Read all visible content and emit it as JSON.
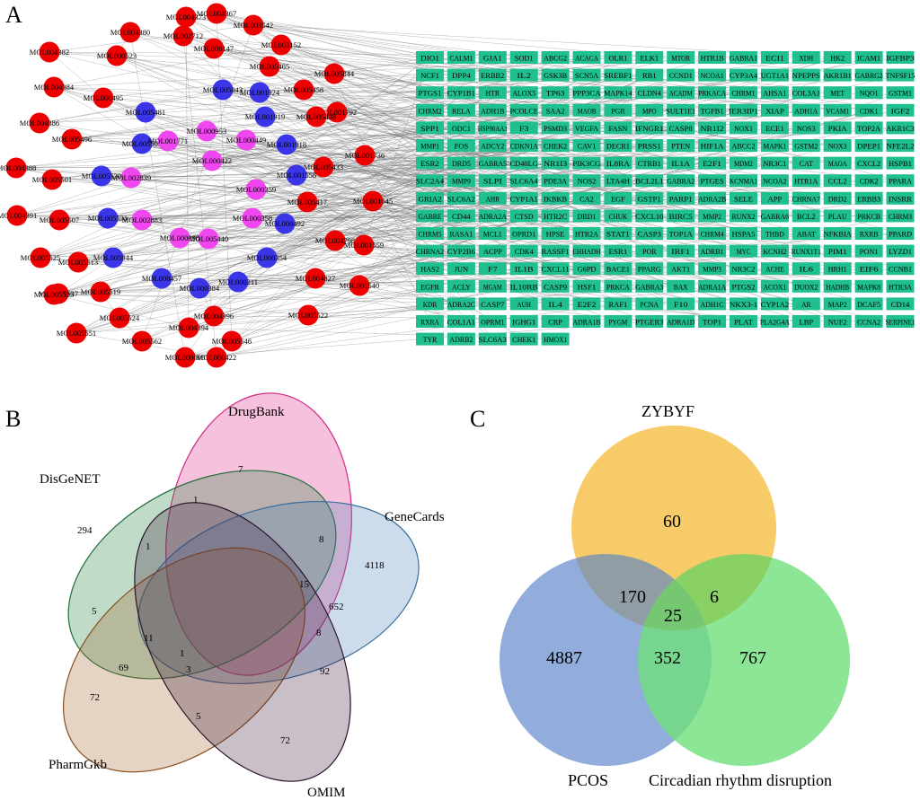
{
  "panels": {
    "a": "A",
    "b": "B",
    "c": "C"
  },
  "network": {
    "colors": {
      "red": "#ee0000",
      "blue": "#3b35e8",
      "magenta": "#f046f0",
      "target": "#1fbf90",
      "edge": "#6f6f6f"
    },
    "compounds": [
      {
        "label": "MOL004373",
        "color": "red"
      },
      {
        "label": "MOL004367",
        "color": "red"
      },
      {
        "label": "MOL003542",
        "color": "red"
      },
      {
        "label": "MOL004380",
        "color": "red"
      },
      {
        "label": "MOL002712",
        "color": "red"
      },
      {
        "label": "MOL006147",
        "color": "red"
      },
      {
        "label": "MOL003152",
        "color": "red"
      },
      {
        "label": "MOL004382",
        "color": "red"
      },
      {
        "label": "MOL000523",
        "color": "red"
      },
      {
        "label": "MOL005465",
        "color": "red"
      },
      {
        "label": "MOL005844",
        "color": "red"
      },
      {
        "label": "MOL004384",
        "color": "red"
      },
      {
        "label": "MOL000495",
        "color": "red"
      },
      {
        "label": "MOL005458",
        "color": "red"
      },
      {
        "label": "MOL005043",
        "color": "blue"
      },
      {
        "label": "MOL001924",
        "color": "blue"
      },
      {
        "label": "MOL005481",
        "color": "blue"
      },
      {
        "label": "MOL001919",
        "color": "blue"
      },
      {
        "label": "MOL001792",
        "color": "red"
      },
      {
        "label": "MOL004386",
        "color": "red"
      },
      {
        "label": "MOL005438",
        "color": "red"
      },
      {
        "label": "MOL000953",
        "color": "magenta"
      },
      {
        "label": "MOL005496",
        "color": "red"
      },
      {
        "label": "MOL005503",
        "color": "blue"
      },
      {
        "label": "MOL001771",
        "color": "magenta"
      },
      {
        "label": "MOL000449",
        "color": "magenta"
      },
      {
        "label": "MOL001918",
        "color": "blue"
      },
      {
        "label": "MOL001736",
        "color": "red"
      },
      {
        "label": "MOL000422",
        "color": "magenta"
      },
      {
        "label": "MOL005433",
        "color": "red"
      },
      {
        "label": "MOL004388",
        "color": "red"
      },
      {
        "label": "MOL005501",
        "color": "red"
      },
      {
        "label": "MOL005530",
        "color": "blue"
      },
      {
        "label": "MOL002839",
        "color": "magenta"
      },
      {
        "label": "MOL001558",
        "color": "blue"
      },
      {
        "label": "MOL000359",
        "color": "magenta"
      },
      {
        "label": "MOL005417",
        "color": "red"
      },
      {
        "label": "MOL001645",
        "color": "red"
      },
      {
        "label": "MOL004391",
        "color": "red"
      },
      {
        "label": "MOL005507",
        "color": "red"
      },
      {
        "label": "MOL005531",
        "color": "blue"
      },
      {
        "label": "MOL002883",
        "color": "magenta"
      },
      {
        "label": "MOL000358",
        "color": "magenta"
      },
      {
        "label": "MOL000492",
        "color": "blue"
      },
      {
        "label": "MOL005440",
        "color": "magenta"
      },
      {
        "label": "MOL000098",
        "color": "magenta"
      },
      {
        "label": "MOL004798",
        "color": "red"
      },
      {
        "label": "MOL001559",
        "color": "red"
      },
      {
        "label": "MOL005525",
        "color": "red"
      },
      {
        "label": "MOL005513",
        "color": "red"
      },
      {
        "label": "MOL005944",
        "color": "blue"
      },
      {
        "label": "MOL000354",
        "color": "blue"
      },
      {
        "label": "MOL008457",
        "color": "blue"
      },
      {
        "label": "MOL004827",
        "color": "red"
      },
      {
        "label": "MOL001540",
        "color": "red"
      },
      {
        "label": "MOL005537",
        "color": "red"
      },
      {
        "label": "MOL005519",
        "color": "red"
      },
      {
        "label": "MOL000384",
        "color": "blue"
      },
      {
        "label": "MOL000211",
        "color": "blue"
      },
      {
        "label": "MOL005525",
        "color": "red"
      },
      {
        "label": "MOL005522",
        "color": "red"
      },
      {
        "label": "MOL005524",
        "color": "red"
      },
      {
        "label": "MOL004396",
        "color": "red"
      },
      {
        "label": "MOL005551",
        "color": "red"
      },
      {
        "label": "MOL004394",
        "color": "red"
      },
      {
        "label": "MOL005546",
        "color": "red"
      },
      {
        "label": "MOL005562",
        "color": "red"
      },
      {
        "label": "MOL000006",
        "color": "red"
      },
      {
        "label": "MOL000422",
        "color": "red"
      }
    ],
    "targets": [
      "DIO1",
      "CALM1",
      "GJA1",
      "SOD1",
      "ABCG2",
      "ACACA",
      "OLR1",
      "ELK1",
      "MTOR",
      "HTR1B",
      "GABRA1",
      "ECI1",
      "XDH",
      "HK2",
      "ICAM1",
      "IGFBP3",
      "NCF1",
      "DPP4",
      "ERBB2",
      "IL2",
      "GSK3B",
      "SCN5A",
      "SREBF1",
      "RB1",
      "CCND1",
      "NCOA1",
      "CYP3A4",
      "UGT1A1",
      "NPEPPS",
      "AKR1B1",
      "GABRG2",
      "TNFSF15",
      "PTGS1",
      "CYP1B1",
      "HTR",
      "ALOX5",
      "TP63",
      "PPP3CA",
      "MAPK14",
      "CLDN4",
      "ACADM",
      "PRKACA",
      "CHRM1",
      "AHSA1",
      "COL3A1",
      "MET",
      "NQO1",
      "GSTM1",
      "CHRM2",
      "RELA",
      "ADH1B",
      "PCOLCE",
      "SAA2",
      "MAOB",
      "PGR",
      "MPO",
      "SULT1E1",
      "TGFB1",
      "IER3IP1",
      "XIAP",
      "ADH1A",
      "VCAM1",
      "CDK1",
      "IGF2",
      "SPP1",
      "ODC1",
      "HSP90AA1",
      "F3",
      "PSMD3",
      "VEGFA",
      "FASN",
      "IFNGR1",
      "CASP8",
      "NR1I2",
      "NOX1",
      "ECE1",
      "NOS3",
      "PKIA",
      "TOP2A",
      "AKR1C3",
      "MMP1",
      "FOS",
      "ADCY2",
      "CDKN1A",
      "CHEK2",
      "CAV1",
      "DECR1",
      "PRSS1",
      "PTEN",
      "HIF1A",
      "ABCC2",
      "MAPK1",
      "GSTM2",
      "NOX3",
      "DPEP1",
      "NFE2L2",
      "ESR2",
      "DRD5",
      "GABRA5",
      "CD40LG",
      "NR1I3",
      "PIK3CG",
      "IL8RA",
      "CTRB1",
      "IL1A",
      "E2F1",
      "MDM2",
      "NR3C1",
      "CAT",
      "MAOA",
      "CXCL2",
      "HSPB1",
      "SLC2A4",
      "MMP9",
      "SLPI",
      "SLC6A4",
      "PDE3A",
      "NOS2",
      "LTA4H",
      "BCL2L1",
      "GABRA2",
      "PTGES",
      "KCNMA1",
      "NCOA2",
      "HTR1A",
      "CCL2",
      "CDK2",
      "PPARA",
      "GRIA2",
      "SLC6A2",
      "AHR",
      "CYP1A1",
      "IKBKB",
      "CA2",
      "EGF",
      "GSTP1",
      "PARP1",
      "ADRA2B",
      "SELE",
      "APP",
      "CHRNA7",
      "DRD2",
      "ERBB3",
      "INSRR",
      "GABRE",
      "CD44",
      "ADRA2A",
      "CTSD",
      "HTR2C",
      "DRD1",
      "CHUK",
      "CXCL10",
      "BIRC5",
      "MMP2",
      "RUNX2",
      "GABRA6",
      "BCL2",
      "PLAU",
      "PRKCB",
      "CHRM3",
      "CHRM5",
      "RASA1",
      "MCL1",
      "OPRD1",
      "HPSE",
      "HTR2A",
      "STAT1",
      "CASP3",
      "TOP1A",
      "CHRM4",
      "HSPA5",
      "THBD",
      "ABAT",
      "NFKBIA",
      "RXRB",
      "PPARD",
      "CHRNA2",
      "CYP2B6",
      "ACPP",
      "CDK4",
      "RASSF1",
      "EHHADH",
      "ESR1",
      "POR",
      "IRF1",
      "ADRB1",
      "MYC",
      "KCNH2",
      "RUNX1T1",
      "PIM1",
      "PON1",
      "LYZD1",
      "HAS2",
      "JUN",
      "F7",
      "IL1B",
      "CXCL11",
      "G6PD",
      "BACE1",
      "PPARG",
      "AKT1",
      "MMP3",
      "NR3C2",
      "ACHE",
      "IL6",
      "HRH1",
      "EIF6",
      "CCNB1",
      "EGFR",
      "ACLY",
      "MGAM",
      "IL10RB",
      "CASP9",
      "HSF1",
      "PRKCA",
      "GABRA3",
      "BAX",
      "ADRA1A",
      "PTGS2",
      "ACOX1",
      "DUOX2",
      "HADHB",
      "MAPK8",
      "HTR3A",
      "KDR",
      "ADRA2C",
      "CASP7",
      "AUH",
      "IL4",
      "E2F2",
      "RAF1",
      "PCNA",
      "F10",
      "ADH1C",
      "NKX3-1",
      "CYP1A2",
      "AR",
      "MAP2",
      "DCAF5",
      "CD14",
      "RXRA",
      "COL1A1",
      "OPRM1",
      "IGHG1",
      "CRP",
      "ADRA1B",
      "PYGM",
      "PTGER3",
      "ADRA1D",
      "TOP1",
      "PLAT",
      "PLA2G4A",
      "LBP",
      "NUF2",
      "CCNA2",
      "SERPINE1",
      "TYR",
      "ADRB2",
      "SLC6A3",
      "CHEK1",
      "HMOX1"
    ]
  },
  "venn5": {
    "sets": [
      {
        "name": "DrugBank",
        "color": "#e23d94"
      },
      {
        "name": "DisGeNET",
        "color": "#2f8a4a"
      },
      {
        "name": "GeneCards",
        "color": "#4d82b5"
      },
      {
        "name": "PharmGkb",
        "color": "#a0622a"
      },
      {
        "name": "OMIM",
        "color": "#3a1838"
      }
    ],
    "regions": [
      "7",
      "1",
      "294",
      "1",
      "8",
      "4118",
      "15",
      "652",
      "5",
      "11",
      "1",
      "8",
      "69",
      "3",
      "92",
      "72",
      "5",
      "72"
    ]
  },
  "venn3": {
    "sets": [
      {
        "name": "ZYBYF",
        "color": "#f7d068"
      },
      {
        "name": "PCOS",
        "color": "#7f9ed6"
      },
      {
        "name": "Circadian rhythm disruption",
        "color": "#6fe07a"
      }
    ],
    "regions": {
      "zybyf_only": "60",
      "zybyf_pcos": "170",
      "zybyf_circ": "6",
      "all": "25",
      "pcos_only": "4887",
      "pcos_circ": "352",
      "circ_only": "767"
    }
  }
}
